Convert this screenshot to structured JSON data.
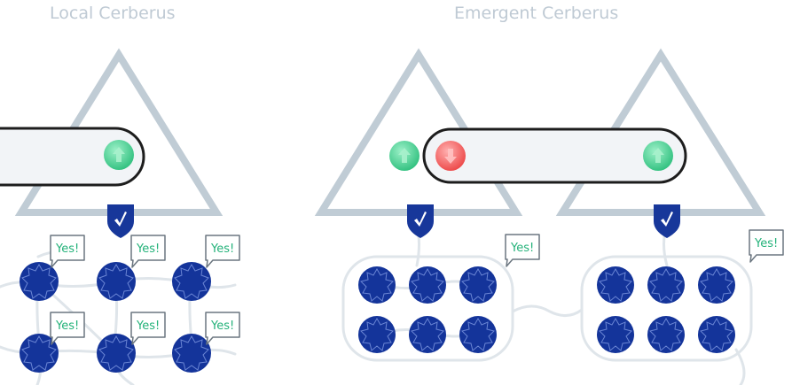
{
  "titles": {
    "left": "Local Cerberus",
    "right": "Emergent Cerberus"
  },
  "bubble_text": "Yes!",
  "colors": {
    "triangle": "#c0ccd5",
    "node": "#14349a",
    "node_outline": "#6a85d4",
    "shield": "#17379a",
    "bubble_text": "#24b27a",
    "green_dot": "#3fcb8c",
    "red_dot": "#f04e4e",
    "wire": "#dfe5ea"
  },
  "icons": [
    "shield-check-icon",
    "up-arrow-icon",
    "down-arrow-icon",
    "speech-bubble-icon"
  ]
}
